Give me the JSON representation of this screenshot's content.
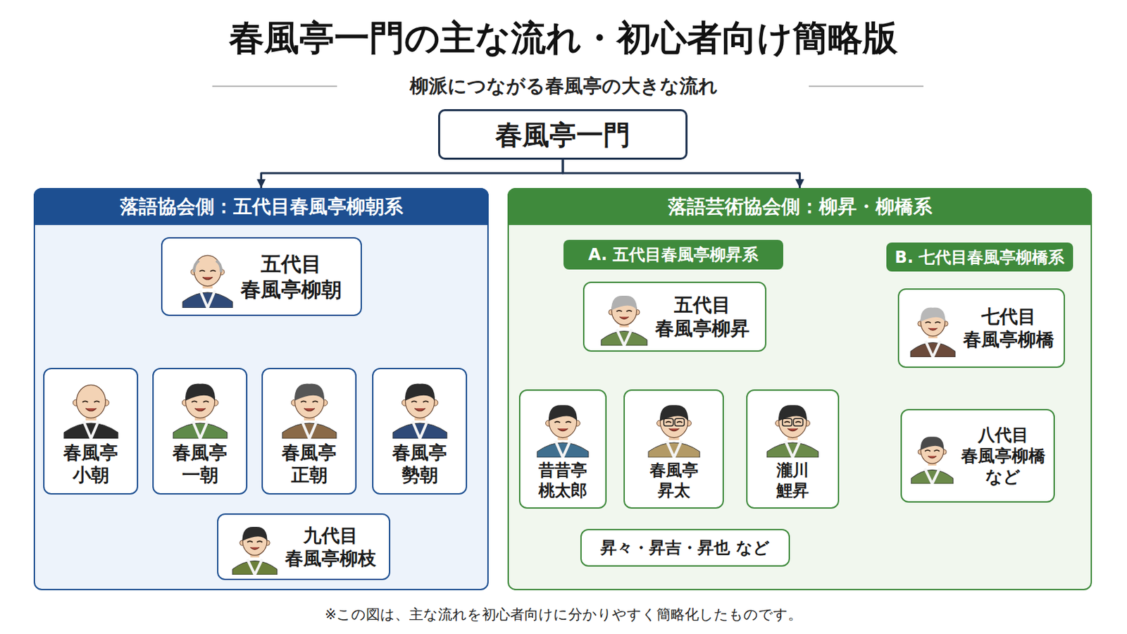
{
  "diagram": {
    "title": "春風亭一門の主な流れ・初心者向け簡略版",
    "caption": "※この図は、主な流れを初心者向けに分かりやすく簡略化したものです。",
    "nodes": [
      {
        "text": [
          "春風亭一門"
        ]
      },
      {
        "text": [
          "落語協会側：五代目春風亭柳朝系"
        ]
      },
      {
        "text": [
          "五代目 春風亭柳朝"
        ],
        "in": 1
      },
      {
        "text": [
          "春風亭 小朝"
        ],
        "in": 1
      },
      {
        "text": [
          "春風亭 一朝"
        ],
        "in": 1
      },
      {
        "text": [
          "春風亭 正朝"
        ],
        "in": 1
      },
      {
        "text": [
          "春風亭 勢朝"
        ],
        "in": 1
      },
      {
        "text": [
          "九代目 春風亭柳枝"
        ],
        "in": 1
      },
      {
        "text": [
          "落語芸術協会側：柳昇・柳橋系"
        ]
      },
      {
        "text": [
          "A. 五代目春風亭柳昇系"
        ],
        "in": 8
      },
      {
        "text": [
          "五代目 春風亭柳昇"
        ],
        "in": 8
      },
      {
        "text": [
          "昔昔亭 桃太郎"
        ],
        "in": 8
      },
      {
        "text": [
          "春風亭 昇太"
        ],
        "in": 8
      },
      {
        "text": [
          "瀧川 鯉昇"
        ],
        "in": 8
      },
      {
        "text": [
          "昇々・昇吉・昇也 など"
        ],
        "in": 8
      },
      {
        "text": [
          "B. 七代目春風亭柳橋系"
        ],
        "in": 8
      },
      {
        "text": [
          "七代目 春風亭柳橋"
        ],
        "in": 8
      },
      {
        "text": [
          "八代目 春風亭柳橋 など"
        ],
        "in": 8
      }
    ],
    "edges": [
      {
        "from": 0,
        "to": 1,
        "arrow": "to"
      },
      {
        "from": 0,
        "to": 8,
        "arrow": "to"
      },
      {
        "from": 2,
        "to": 3,
        "arrow": "to"
      },
      {
        "from": 2,
        "to": 4,
        "arrow": "to"
      },
      {
        "from": 2,
        "to": 5,
        "arrow": "to"
      },
      {
        "from": 2,
        "to": 6,
        "arrow": "to"
      },
      {
        "from": 5,
        "to": 7,
        "arrow": "to"
      },
      {
        "from": 10,
        "to": 11,
        "arrow": "to"
      },
      {
        "from": 10,
        "to": 12,
        "arrow": "to"
      },
      {
        "from": 10,
        "to": 13,
        "arrow": "to"
      },
      {
        "from": 12,
        "to": 14,
        "arrow": "to"
      },
      {
        "from": 16,
        "to": 17,
        "arrow": "to"
      }
    ],
    "labels": [
      "柳派につながる春風亭の大きな流れ"
    ]
  }
}
